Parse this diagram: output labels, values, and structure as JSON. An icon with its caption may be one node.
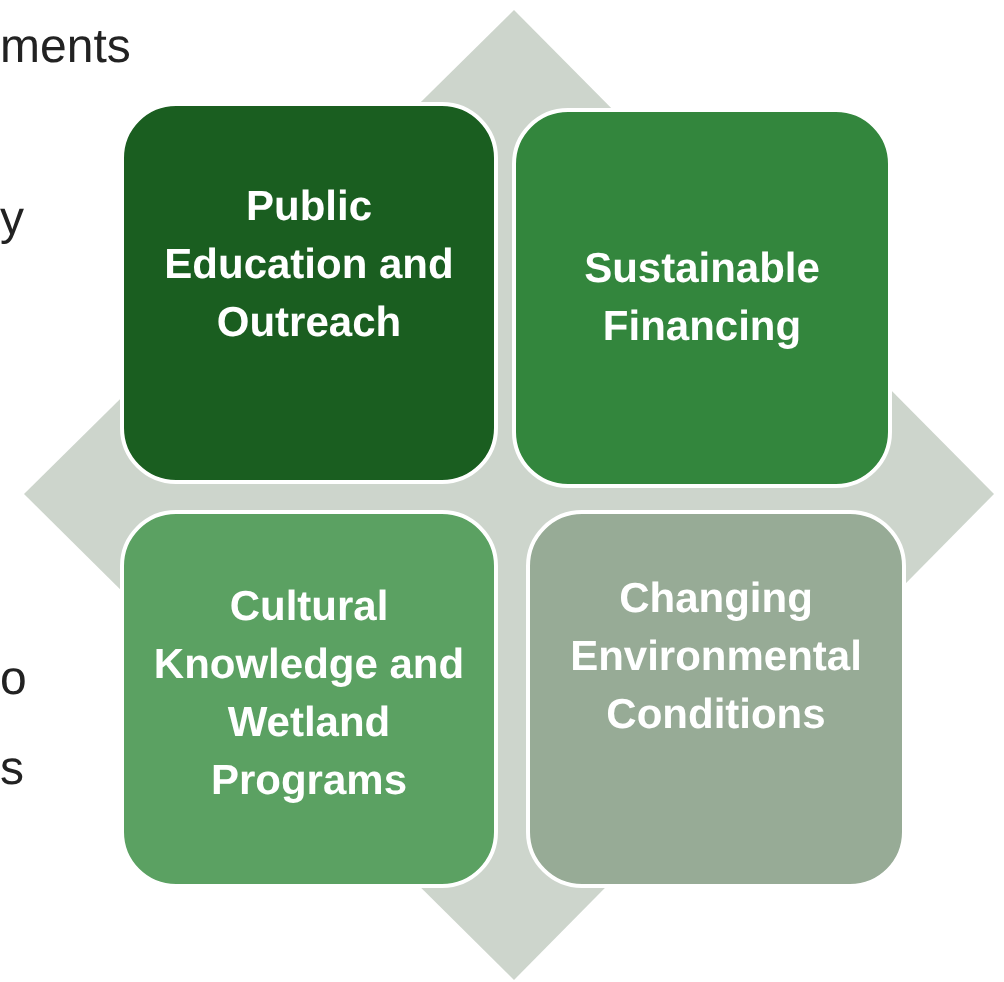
{
  "diagram": {
    "nodes": [
      {
        "text": [
          "Public Education and Outreach"
        ]
      },
      {
        "text": [
          "Sustainable Financing"
        ]
      },
      {
        "text": [
          "Cultural Knowledge and Wetland Programs"
        ]
      },
      {
        "text": [
          "Changing Environmental Conditions"
        ]
      }
    ],
    "labels": [
      "ments",
      "y",
      "o",
      "s"
    ]
  }
}
